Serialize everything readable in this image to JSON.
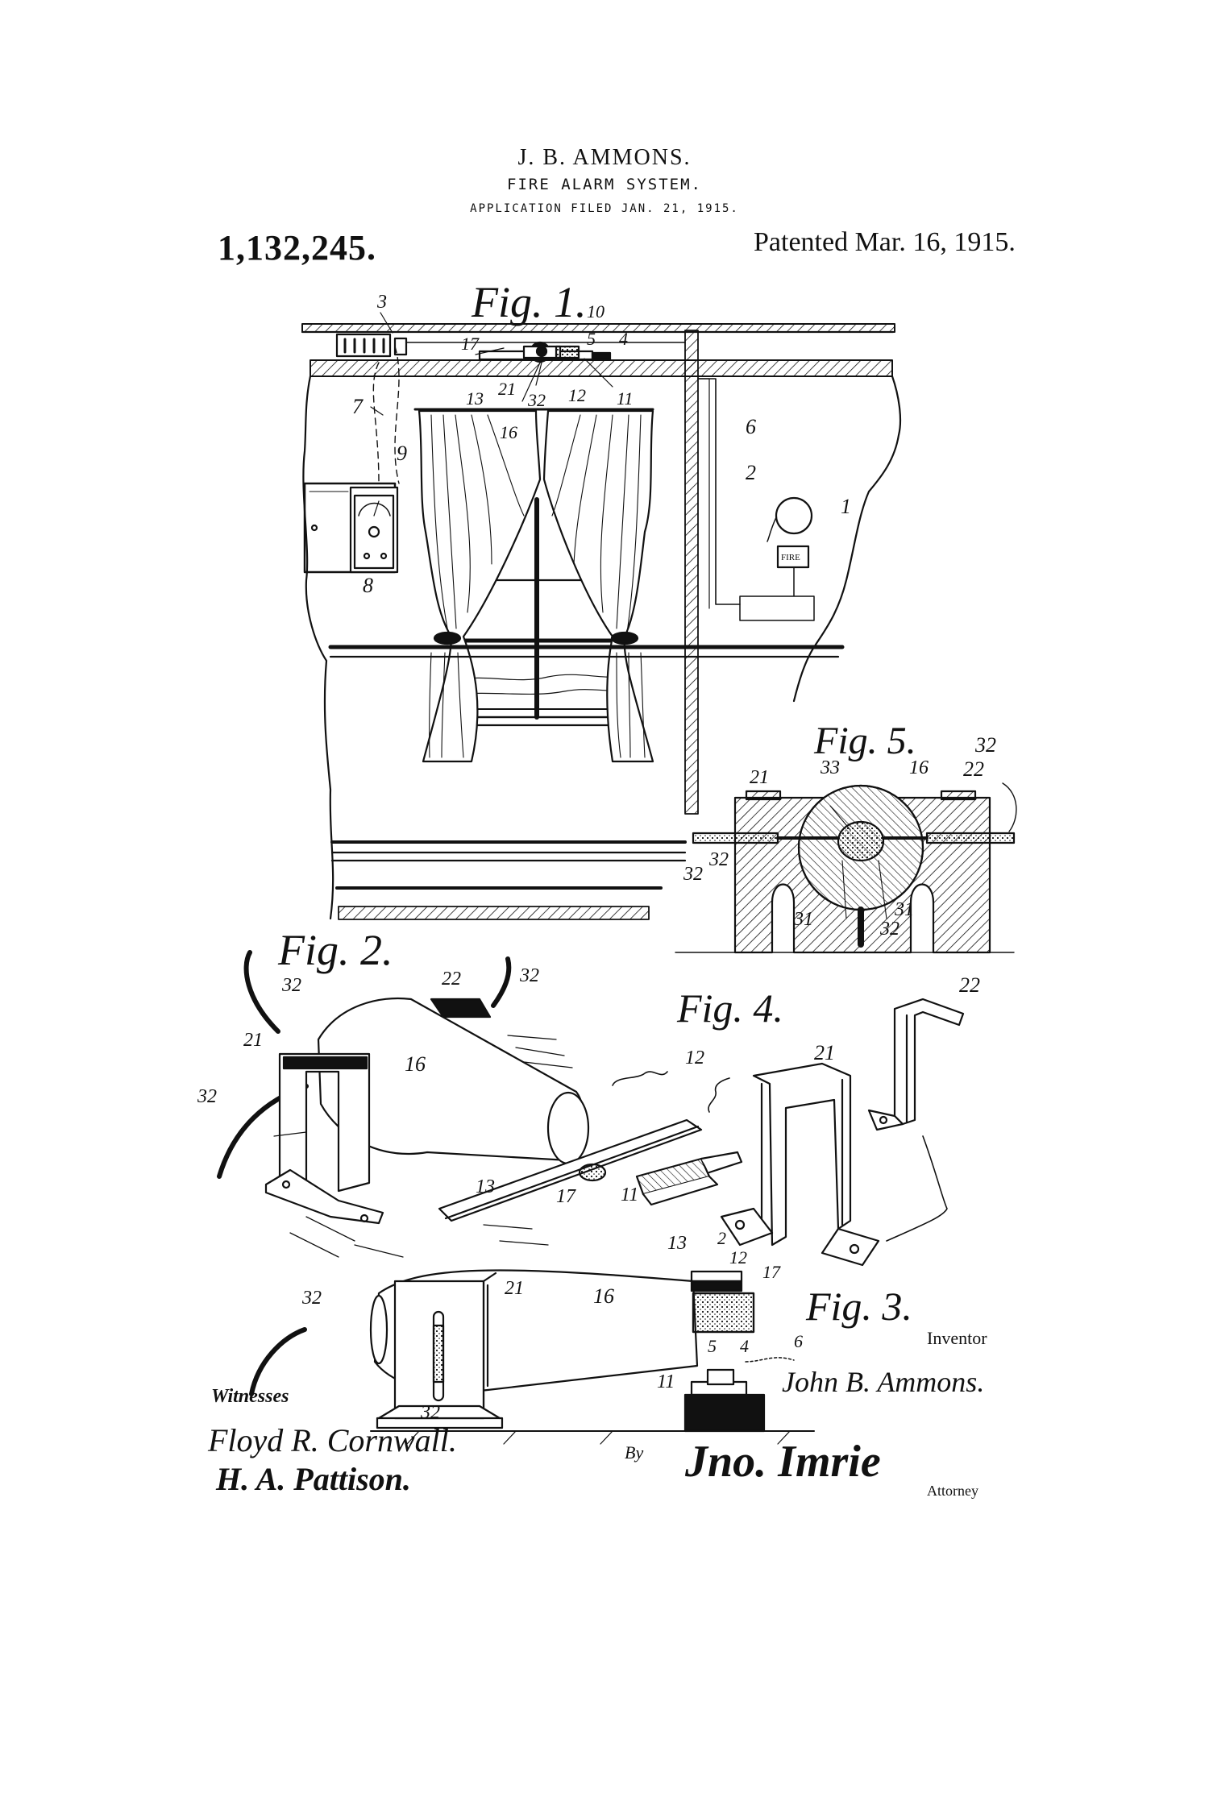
{
  "header": {
    "inventor": "J. B. AMMONS.",
    "title": "FIRE ALARM SYSTEM.",
    "application": "APPLICATION FILED JAN. 21, 1915.",
    "patent_number": "1,132,245.",
    "patented": "Patented Mar. 16, 1915."
  },
  "figures": {
    "fig1": "Fig. 1.",
    "fig2": "Fig. 2.",
    "fig3": "Fig. 3.",
    "fig4": "Fig. 4.",
    "fig5": "Fig. 5."
  },
  "fig1_labels": {
    "n3": "3",
    "n10": "10",
    "n17": "17",
    "n5": "5",
    "n4": "4",
    "n21": "21",
    "n13": "13",
    "n32": "32",
    "n12": "12",
    "n11": "11",
    "n7": "7",
    "n16": "16",
    "n9": "9",
    "n6": "6",
    "n2": "2",
    "n1": "1",
    "n8": "8",
    "fire_sign": "FIRE"
  },
  "fig5_labels": {
    "n33": "33",
    "n16": "16",
    "n32a": "32",
    "n22": "22",
    "n21": "21",
    "n32b": "32",
    "n32c": "32",
    "n31a": "31",
    "n31b": "31",
    "n32d": "32"
  },
  "fig2_labels": {
    "n32a": "32",
    "n22": "22",
    "n32b": "32",
    "n21": "21",
    "n16": "16",
    "n32c": "32",
    "n12": "12",
    "n13": "13",
    "n17": "17",
    "n11": "11"
  },
  "fig4_labels": {
    "n22": "22",
    "n21": "21"
  },
  "fig3_labels": {
    "n13": "13",
    "n2": "2",
    "n12": "12",
    "n17": "17",
    "n32a": "32",
    "n21": "21",
    "n16": "16",
    "n5": "5",
    "n4": "4",
    "n6": "6",
    "n11": "11",
    "n32b": "32"
  },
  "signatures": {
    "witnesses_label": "Witnesses",
    "witness_1": "Floyd R. Cornwall.",
    "witness_2": "H. A. Pattison.",
    "inventor_label": "Inventor",
    "inventor_signature": "John B. Ammons.",
    "by_label": "By",
    "attorney_signature": "Jno. Imrie",
    "attorney_label": "Attorney"
  }
}
